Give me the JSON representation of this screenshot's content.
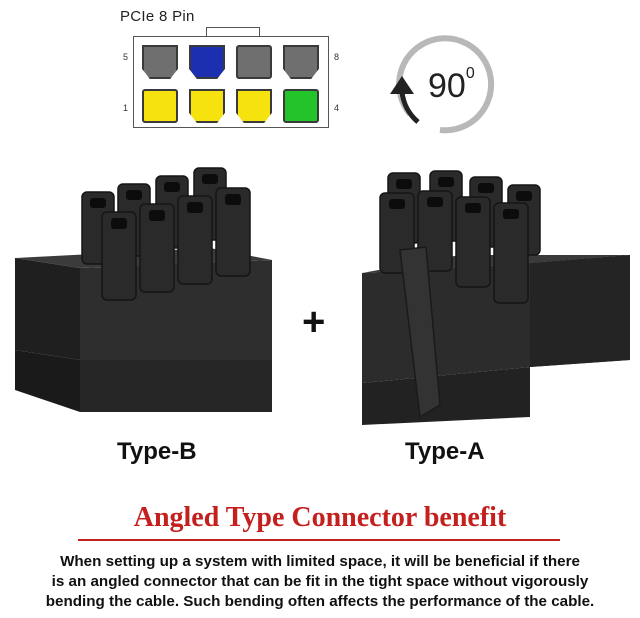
{
  "pinout": {
    "title": "PCIe 8 Pin",
    "pin_labels": {
      "top_left": "5",
      "top_right": "8",
      "bottom_left": "1",
      "bottom_right": "4"
    },
    "top_row": [
      {
        "color": "#6f6f6f",
        "shape": "cut"
      },
      {
        "color": "#1b2fb0",
        "shape": "cut"
      },
      {
        "color": "#6f6f6f",
        "shape": "sq"
      },
      {
        "color": "#6f6f6f",
        "shape": "cut"
      }
    ],
    "bottom_row": [
      {
        "color": "#f5e20e",
        "shape": "sq"
      },
      {
        "color": "#f5e20e",
        "shape": "cut"
      },
      {
        "color": "#f5e20e",
        "shape": "cut"
      },
      {
        "color": "#22c42a",
        "shape": "sq"
      }
    ]
  },
  "rotation": {
    "value": "90",
    "unit": "0"
  },
  "connectors": {
    "left_label": "Type-B",
    "right_label": "Type-A",
    "joiner": "+"
  },
  "headline": "Angled Type Connector benefit",
  "description_lines": [
    "When setting up a system with limited space, it will be beneficial if there",
    "is an angled connector that can be fit in the tight space without vigorously",
    "bending the cable. Such bending often affects the performance of the cable."
  ],
  "colors": {
    "accent_red": "#c4201e",
    "connector_body": "#2b2b2b"
  }
}
